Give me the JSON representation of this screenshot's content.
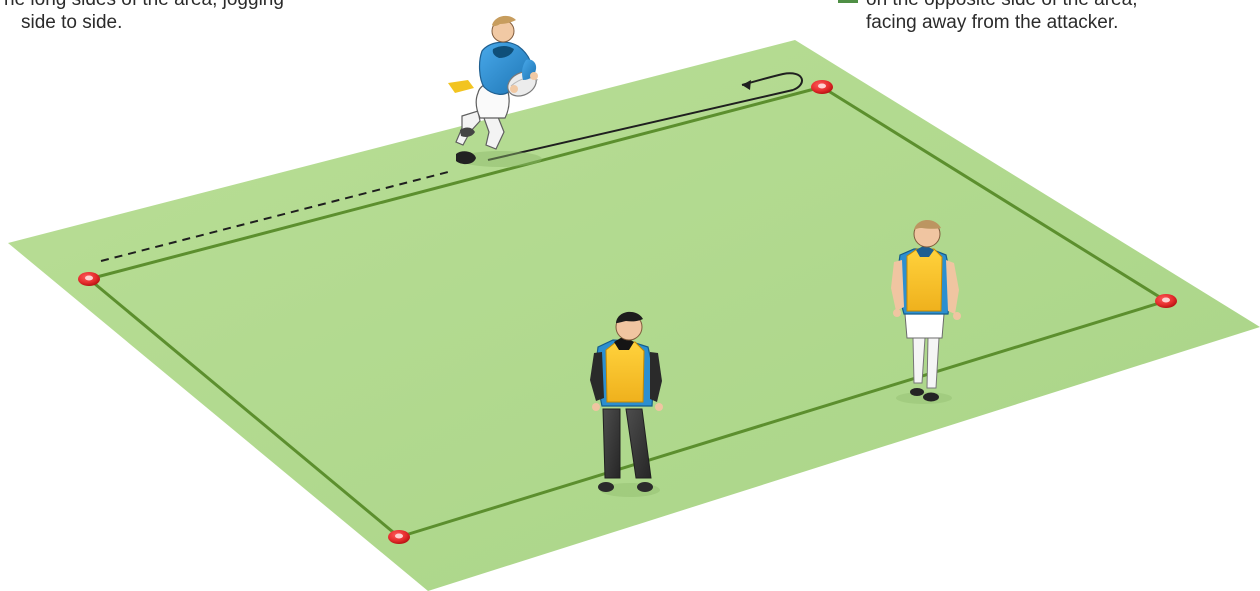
{
  "instructions": {
    "left_lines": [
      "he long sides of the area, jogging",
      "side to side."
    ],
    "right_lines": [
      "on the opposite side of the area,",
      "facing away from the attacker."
    ]
  },
  "colors": {
    "field_fill": "#b2d98f",
    "field_line": "#5c8f2e",
    "cone_fill": "#e52d2d",
    "cone_inner": "#b10f0f",
    "path_color": "#1f1f1f",
    "attacker_shirt": "#2f8fd3",
    "defender_bib": "#f6c12b",
    "defender_shirt": "#2c8fd0",
    "shorts": "#ffffff",
    "ball": "#e9e9e9"
  },
  "diagram": {
    "elements": [
      "field-area",
      "cone-top-left",
      "cone-top-right",
      "cone-bottom-left",
      "cone-bottom-right",
      "attacker-player",
      "defender-player-front",
      "defender-player-right",
      "run-path-line"
    ]
  }
}
